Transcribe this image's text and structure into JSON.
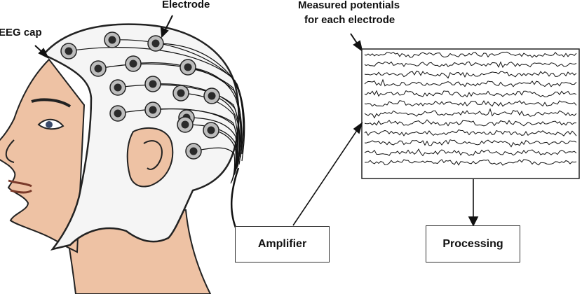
{
  "labels": {
    "eeg_cap": "EEG cap",
    "electrode": "Electrode",
    "measured_line1": "Measured potentials",
    "measured_line2": "for each electrode"
  },
  "boxes": {
    "amplifier": "Amplifier",
    "processing": "Processing"
  },
  "colors": {
    "skin": "#EEC2A4",
    "cap": "#F5F5F5",
    "electrode_outer": "#BDBDBD",
    "electrode_inner": "#2A2A2A",
    "line": "#111111"
  }
}
